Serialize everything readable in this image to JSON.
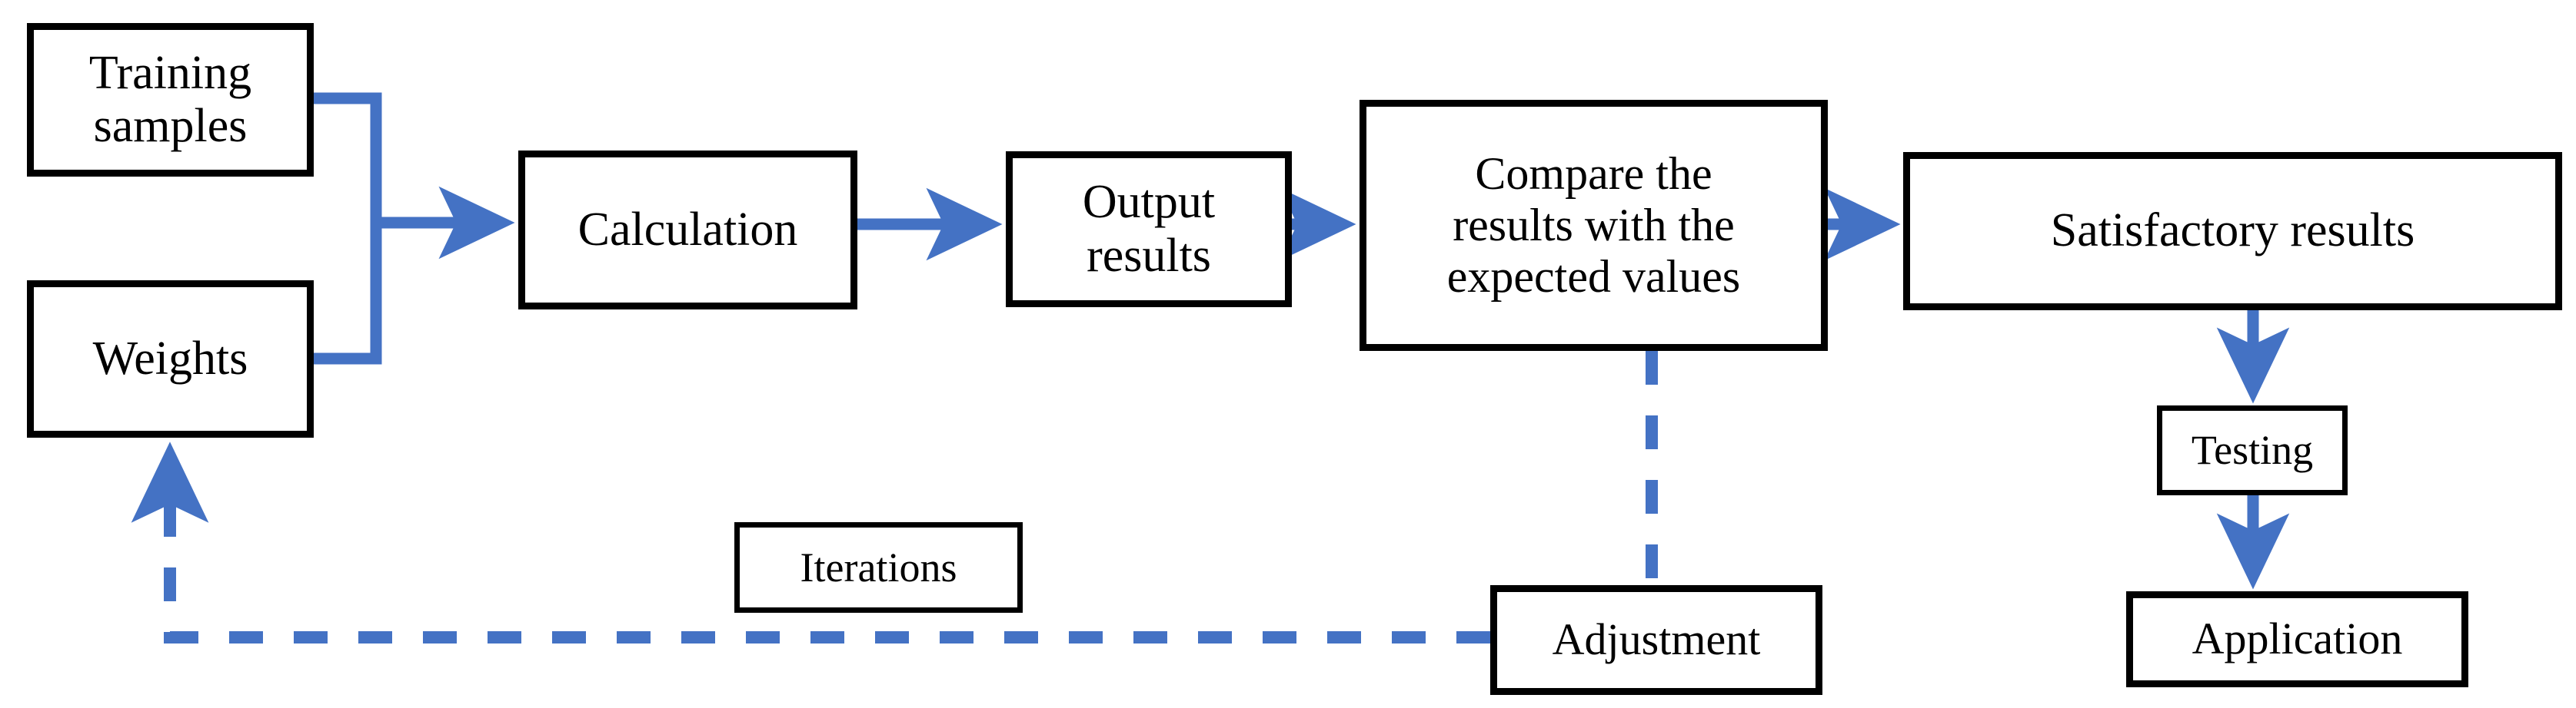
{
  "diagram": {
    "title": "Neural network training process flowchart",
    "accent_color": "#4472C4",
    "box_border_color": "#000000",
    "background_color": "#FFFFFF",
    "nodes": {
      "training_samples": "Training samples",
      "weights": "Weights",
      "calculation": "Calculation",
      "output_results": "Output results",
      "compare": "Compare the results with the expected values",
      "compare_line1": "Compare the",
      "compare_line2": "results with the",
      "compare_line3": "expected values",
      "satisfactory_results": "Satisfactory results",
      "testing": "Testing",
      "application": "Application",
      "adjustment": "Adjustment",
      "iterations": "Iterations"
    },
    "edges": [
      {
        "id": "training-to-merge",
        "from": "Training samples",
        "to": "Calculation",
        "style": "solid",
        "arrow": false
      },
      {
        "id": "weights-to-merge",
        "from": "Weights",
        "to": "Calculation",
        "style": "solid",
        "arrow": false
      },
      {
        "id": "merge-to-calculation",
        "from": "Training samples + Weights",
        "to": "Calculation",
        "style": "solid",
        "arrow": true
      },
      {
        "id": "calculation-to-output",
        "from": "Calculation",
        "to": "Output results",
        "style": "solid",
        "arrow": true
      },
      {
        "id": "output-to-compare",
        "from": "Output results",
        "to": "Compare the results with the expected values",
        "style": "solid",
        "arrow": true
      },
      {
        "id": "compare-to-satisfactory",
        "from": "Compare the results with the expected values",
        "to": "Satisfactory results",
        "style": "solid",
        "arrow": true
      },
      {
        "id": "satisfactory-to-testing",
        "from": "Satisfactory results",
        "to": "Testing",
        "style": "solid",
        "arrow": true
      },
      {
        "id": "testing-to-application",
        "from": "Testing",
        "to": "Application",
        "style": "solid",
        "arrow": true
      },
      {
        "id": "compare-to-adjustment",
        "from": "Compare the results with the expected values",
        "to": "Adjustment",
        "style": "dashed",
        "arrow": false
      },
      {
        "id": "adjustment-to-weights",
        "from": "Adjustment",
        "to": "Weights",
        "style": "dashed",
        "arrow": true,
        "label": "Iterations"
      }
    ]
  }
}
